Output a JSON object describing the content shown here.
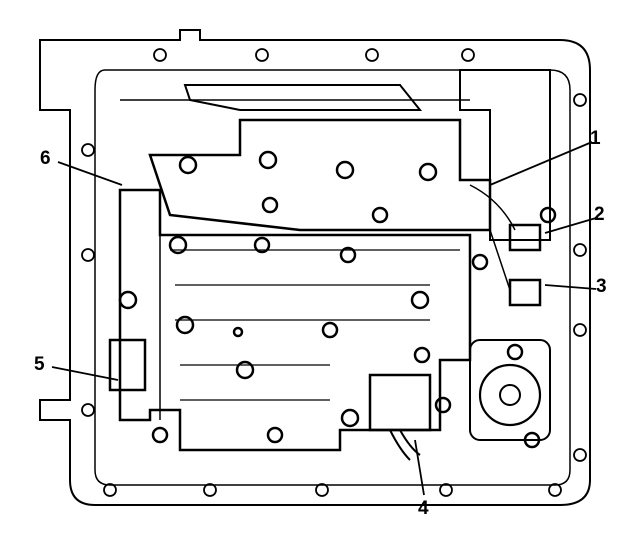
{
  "diagram": {
    "callouts": [
      {
        "id": "1",
        "label": "1"
      },
      {
        "id": "2",
        "label": "2"
      },
      {
        "id": "3",
        "label": "3"
      },
      {
        "id": "4",
        "label": "4"
      },
      {
        "id": "5",
        "label": "5"
      },
      {
        "id": "6",
        "label": "6"
      }
    ]
  },
  "colors": {
    "line": "#000000",
    "background": "#ffffff"
  }
}
